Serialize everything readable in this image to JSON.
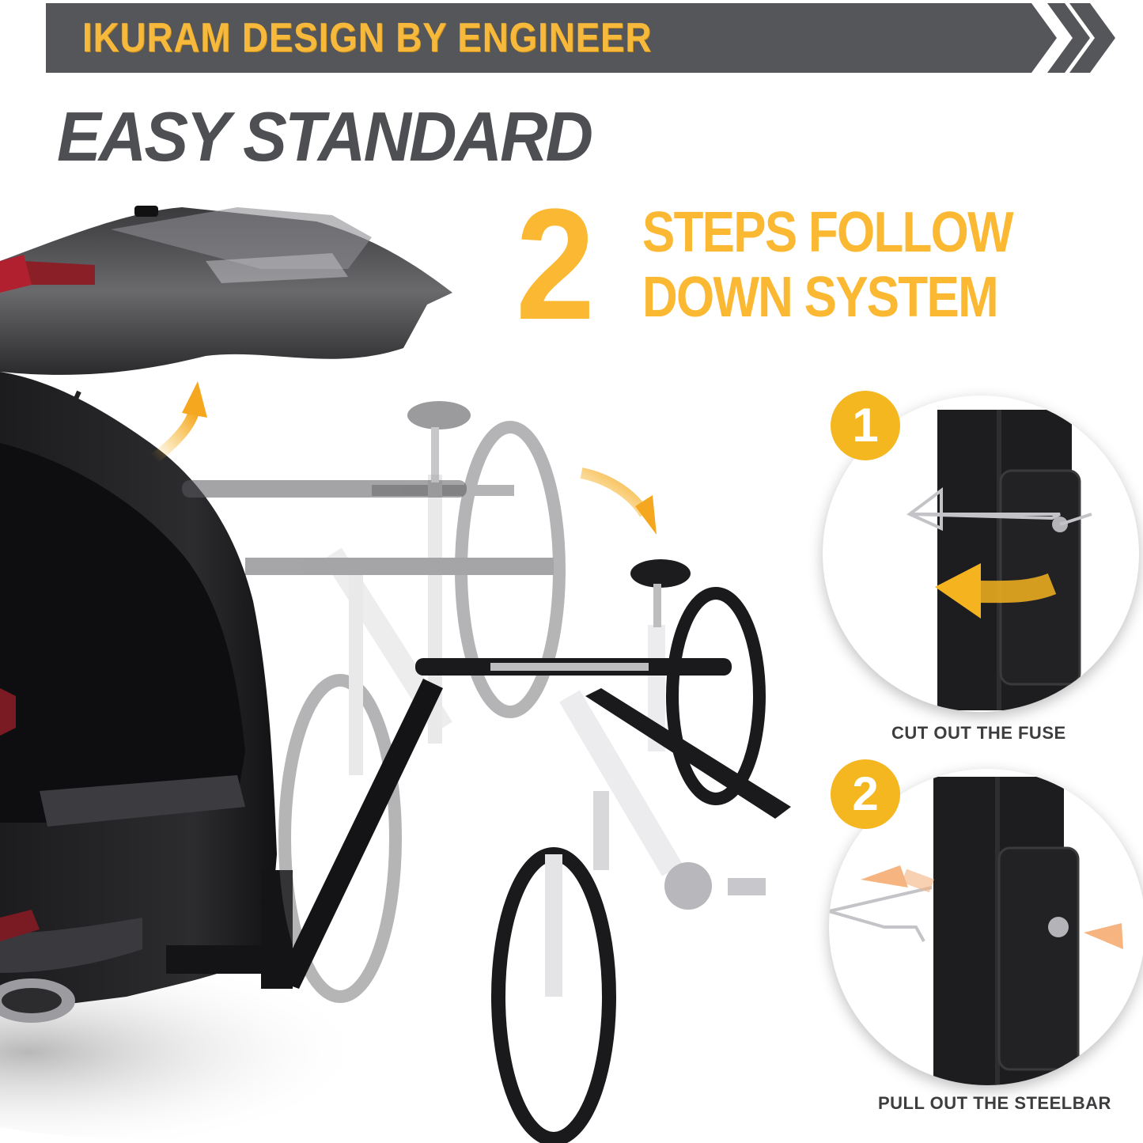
{
  "banner": {
    "text": "IKURAM DESIGN BY ENGINEER",
    "background_color": "#55565a",
    "text_color": "#f6b93b",
    "icon": "double-chevron-right-icon"
  },
  "headline": "EASY STANDARD",
  "feature": {
    "number": "2",
    "line1": "STEPS FOLLOW",
    "line2": "DOWN SYSTEM",
    "color": "#fbb933"
  },
  "scene": {
    "description": "SUV with open tailgate and hitch-mounted bike rack folding down with two bikes",
    "arrows": [
      "curved-up-arrow-icon",
      "curved-down-arrow-icon"
    ],
    "accent_color": "#f5b31f"
  },
  "steps": [
    {
      "number": "1",
      "caption": "CUT OUT THE FUSE",
      "icon": "pin-removal-arrow-icon"
    },
    {
      "number": "2",
      "caption": "PULL OUT THE STEELBAR",
      "icon": "pull-pin-arrow-icon"
    }
  ]
}
